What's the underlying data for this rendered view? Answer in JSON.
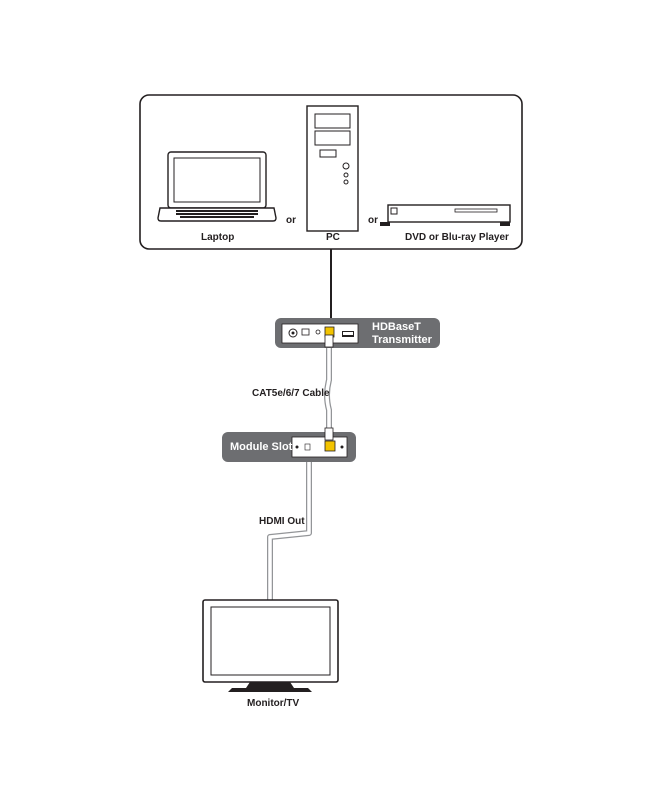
{
  "sources": {
    "laptop_label": "Laptop",
    "pc_label": "PC",
    "player_label": "DVD or Blu-ray Player",
    "or_1": "or",
    "or_2": "or"
  },
  "transmitter": {
    "line1": "HDBaseT",
    "line2": "Transmitter"
  },
  "cable_label": "CAT5e/6/7 Cable",
  "module": {
    "title": "Module Slot"
  },
  "hdmi_label": "HDMI Out",
  "display_label": "Monitor/TV",
  "colors": {
    "outline": "#231f20",
    "device_gray": "#6d6e71",
    "cable_gray": "#939598",
    "connector_yellow": "#f2c300"
  }
}
